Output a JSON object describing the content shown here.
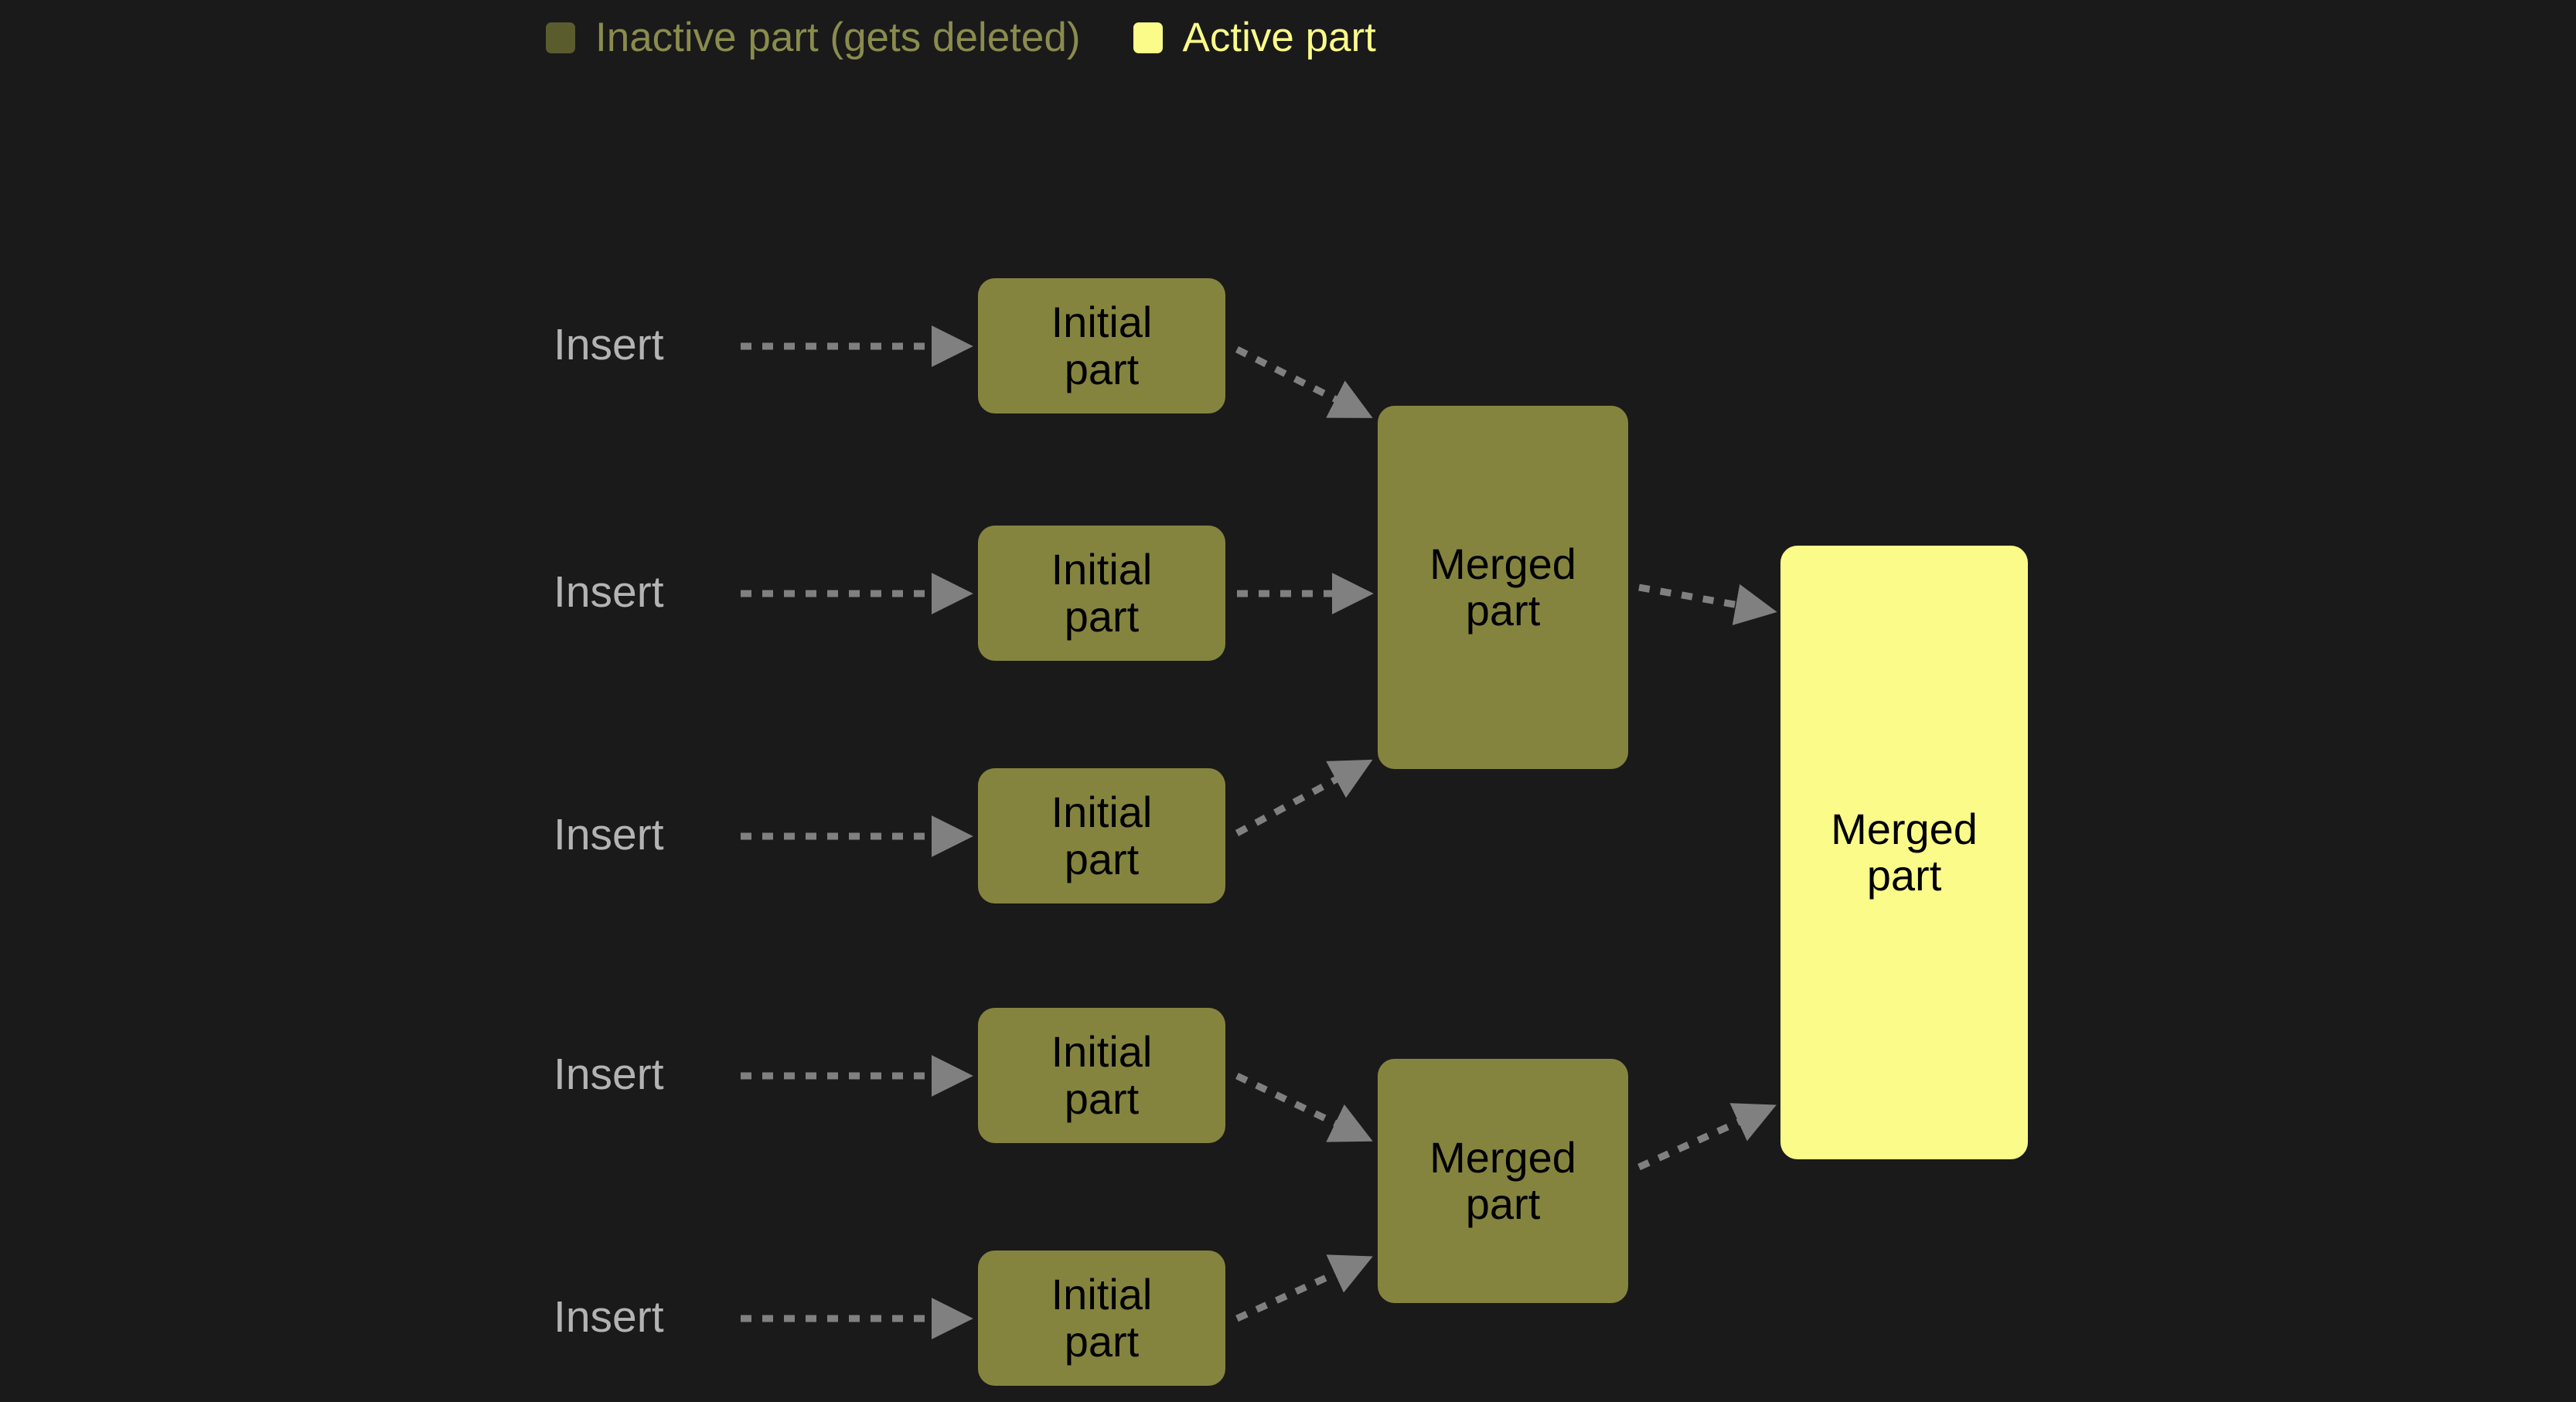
{
  "background_color": "#1a1a1a",
  "legend": {
    "entries": [
      {
        "label": "Inactive part (gets deleted)",
        "swatch_color": "#5a5c2e",
        "text_color": "#8a8c4e",
        "state": "inactive"
      },
      {
        "label": "Active part",
        "swatch_color": "#fbfb8a",
        "text_color": "#fbfb8a",
        "state": "active"
      }
    ]
  },
  "colors": {
    "inactive_box": "#85843f",
    "active_box": "#fbfb8a",
    "arrow": "#808080",
    "insert_text": "#b3b3b3",
    "box_text": "#000000"
  },
  "rows": [
    {
      "insert_label": "Insert",
      "initial_label": "Initial\npart"
    },
    {
      "insert_label": "Insert",
      "initial_label": "Initial\npart"
    },
    {
      "insert_label": "Insert",
      "initial_label": "Initial\npart"
    },
    {
      "insert_label": "Insert",
      "initial_label": "Initial\npart"
    },
    {
      "insert_label": "Insert",
      "initial_label": "Initial\npart"
    }
  ],
  "initial_parts": [
    {
      "label_line1": "Initial",
      "label_line2": "part"
    },
    {
      "label_line1": "Initial",
      "label_line2": "part"
    },
    {
      "label_line1": "Initial",
      "label_line2": "part"
    },
    {
      "label_line1": "Initial",
      "label_line2": "part"
    },
    {
      "label_line1": "Initial",
      "label_line2": "part"
    }
  ],
  "merged_top": {
    "label_line1": "Merged",
    "label_line2": "part",
    "state": "inactive"
  },
  "merged_bottom": {
    "label_line1": "Merged",
    "label_line2": "part",
    "state": "inactive"
  },
  "merged_final": {
    "label_line1": "Merged",
    "label_line2": "part",
    "state": "active"
  },
  "insert_labels": [
    "Insert",
    "Insert",
    "Insert",
    "Insert",
    "Insert"
  ]
}
